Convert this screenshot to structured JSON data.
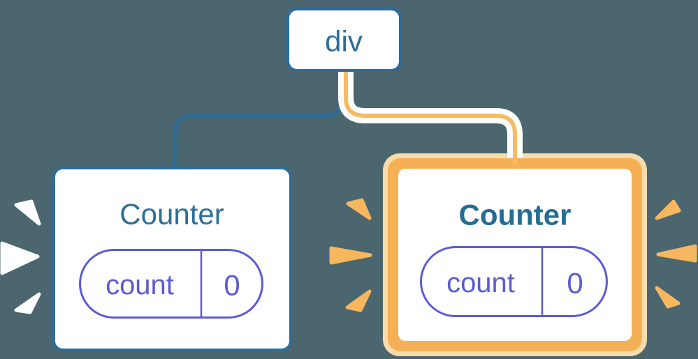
{
  "diagram": {
    "root_node": {
      "label": "div"
    },
    "left_counter": {
      "title": "Counter",
      "state_pill": {
        "key": "count",
        "value": "0"
      }
    },
    "right_counter": {
      "title": "Counter",
      "state_pill": {
        "key": "count",
        "value": "0"
      }
    },
    "colors": {
      "background": "#4B666E",
      "blue_stroke": "#2B6D9D",
      "title_blue": "#2D6E96",
      "pill_purple": "#5B5BD6",
      "connector_orange": "#F8BA62",
      "highlight_border_orange": "#F5B055",
      "highlight_border_cream": "#F8DCAC",
      "burst_white": "#FFFFFF",
      "burst_orange": "#F6B75F"
    }
  }
}
